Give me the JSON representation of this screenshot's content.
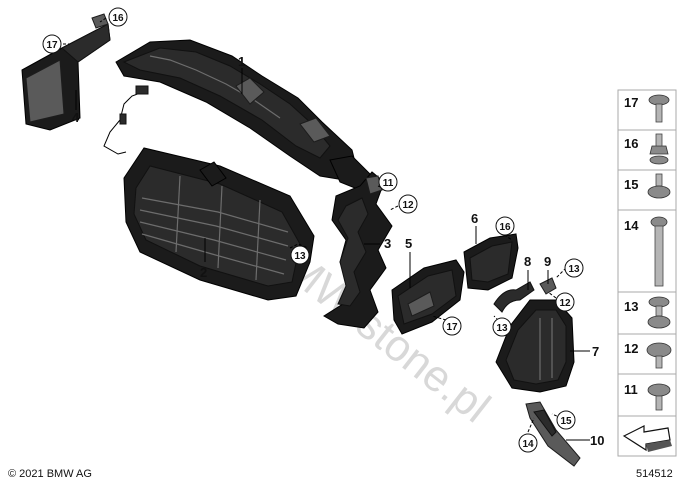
{
  "watermark": "www.BMW-stone.pl",
  "copyright": "© 2021 BMW AG",
  "diagram_id": "514512",
  "callouts": {
    "p1": "1",
    "p2": "2",
    "p3": "3",
    "p4": "4",
    "p5": "5",
    "p6": "6",
    "p7": "7",
    "p8": "8",
    "p9": "9",
    "p10": "10"
  },
  "circled": {
    "c17a": "17",
    "c16a": "16",
    "c11": "11",
    "c12a": "12",
    "c13a": "13",
    "c16b": "16",
    "c13b": "13",
    "c12b": "12",
    "c17b": "17",
    "c13c": "13",
    "c15": "15",
    "c14": "14"
  },
  "fasteners": [
    {
      "number": "17"
    },
    {
      "number": "16"
    },
    {
      "number": "15"
    },
    {
      "number": "14"
    },
    {
      "number": "13"
    },
    {
      "number": "12"
    },
    {
      "number": "11"
    }
  ]
}
